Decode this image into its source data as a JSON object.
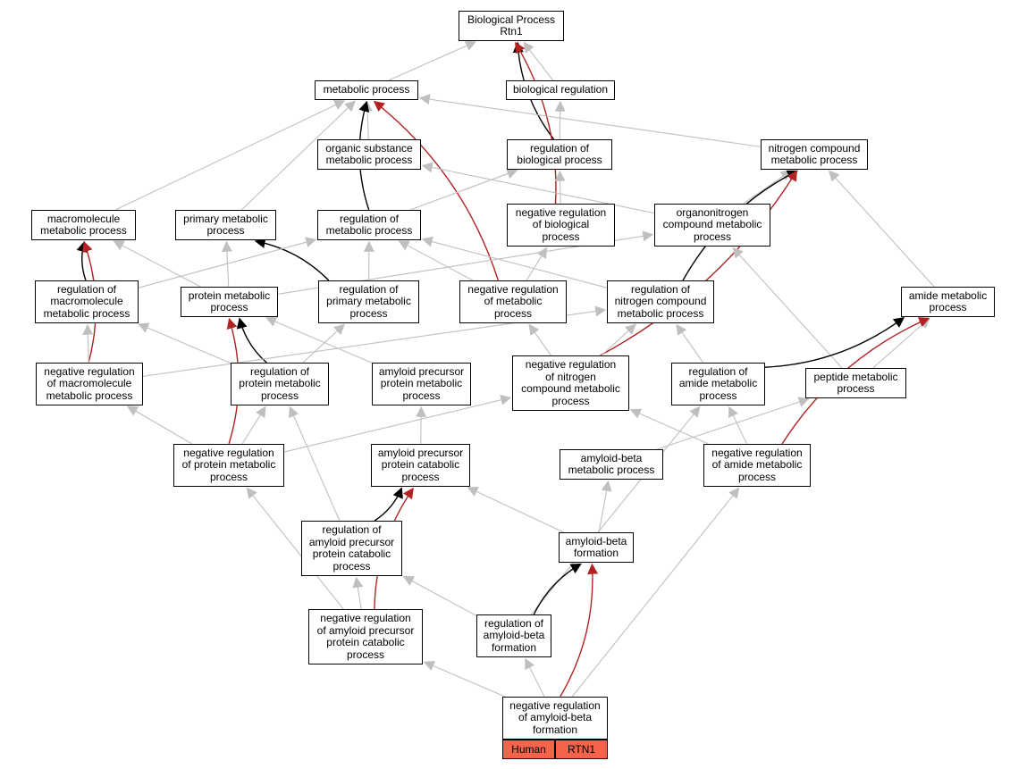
{
  "diagram": {
    "colors": {
      "gray": "#bfbfbf",
      "black": "#000000",
      "red": "#b22222",
      "legend_fill": "#f4634a"
    },
    "nodes": {
      "bp_root": "Biological Process\nRtn1",
      "metabolic_process": "metabolic process",
      "biological_regulation": "biological regulation",
      "organic_substance_metabolic": "organic substance\nmetabolic process",
      "regulation_of_biological_process": "regulation of\nbiological process",
      "nitrogen_compound_metabolic": "nitrogen compound\nmetabolic process",
      "macromolecule_metabolic": "macromolecule\nmetabolic process",
      "primary_metabolic": "primary metabolic\nprocess",
      "regulation_of_metabolic": "regulation of\nmetabolic process",
      "neg_reg_biological": "negative regulation\nof biological\nprocess",
      "organonitrogen_compound_metabolic": "organonitrogen\ncompound metabolic\nprocess",
      "reg_macromolecule_metabolic": "regulation of\nmacromolecule\nmetabolic process",
      "protein_metabolic": "protein metabolic\nprocess",
      "reg_primary_metabolic": "regulation of\nprimary metabolic\nprocess",
      "neg_reg_metabolic": "negative regulation\nof metabolic\nprocess",
      "reg_nitrogen_compound_metabolic": "regulation of\nnitrogen compound\nmetabolic process",
      "amide_metabolic": "amide metabolic\nprocess",
      "neg_reg_macromolecule_metabolic": "negative regulation\nof macromolecule\nmetabolic process",
      "reg_protein_metabolic": "regulation of\nprotein metabolic\nprocess",
      "app_metabolic": "amyloid precursor\nprotein metabolic\nprocess",
      "neg_reg_nitrogen_compound_metabolic": "negative regulation\nof nitrogen\ncompound metabolic\nprocess",
      "reg_amide_metabolic": "regulation of\namide metabolic\nprocess",
      "peptide_metabolic": "peptide metabolic\nprocess",
      "neg_reg_protein_metabolic": "negative regulation\nof protein metabolic\nprocess",
      "app_catabolic": "amyloid precursor\nprotein catabolic\nprocess",
      "abeta_metabolic": "amyloid-beta\nmetabolic process",
      "neg_reg_amide_metabolic": "negative regulation\nof amide metabolic\nprocess",
      "reg_app_catabolic": "regulation of\namyloid precursor\nprotein catabolic\nprocess",
      "abeta_formation": "amyloid-beta\nformation",
      "neg_reg_app_catabolic": "negative regulation\nof amyloid precursor\nprotein catabolic\nprocess",
      "reg_abeta_formation": "regulation of\namyloid-beta\nformation",
      "neg_reg_abeta_formation": "negative regulation\nof amyloid-beta\nformation"
    },
    "legend": {
      "species": "Human",
      "gene": "RTN1"
    },
    "edges": [
      {
        "from": "metabolic_process",
        "to": "bp_root",
        "type": "is_a"
      },
      {
        "from": "biological_regulation",
        "to": "bp_root",
        "type": "is_a"
      },
      {
        "from": "regulation_of_biological_process",
        "to": "bp_root",
        "type": "regulates"
      },
      {
        "from": "neg_reg_biological",
        "to": "bp_root",
        "type": "negatively_regulates"
      },
      {
        "from": "organic_substance_metabolic",
        "to": "metabolic_process",
        "type": "is_a"
      },
      {
        "from": "macromolecule_metabolic",
        "to": "metabolic_process",
        "type": "is_a"
      },
      {
        "from": "primary_metabolic",
        "to": "metabolic_process",
        "type": "is_a"
      },
      {
        "from": "nitrogen_compound_metabolic",
        "to": "metabolic_process",
        "type": "is_a"
      },
      {
        "from": "regulation_of_metabolic",
        "to": "metabolic_process",
        "type": "regulates"
      },
      {
        "from": "neg_reg_metabolic",
        "to": "metabolic_process",
        "type": "negatively_regulates"
      },
      {
        "from": "regulation_of_biological_process",
        "to": "biological_regulation",
        "type": "is_a"
      },
      {
        "from": "regulation_of_metabolic",
        "to": "regulation_of_biological_process",
        "type": "is_a"
      },
      {
        "from": "neg_reg_biological",
        "to": "regulation_of_biological_process",
        "type": "is_a"
      },
      {
        "from": "organonitrogen_compound_metabolic",
        "to": "organic_substance_metabolic",
        "type": "is_a"
      },
      {
        "from": "organonitrogen_compound_metabolic",
        "to": "nitrogen_compound_metabolic",
        "type": "is_a"
      },
      {
        "from": "amide_metabolic",
        "to": "nitrogen_compound_metabolic",
        "type": "is_a"
      },
      {
        "from": "reg_nitrogen_compound_metabolic",
        "to": "nitrogen_compound_metabolic",
        "type": "regulates"
      },
      {
        "from": "neg_reg_nitrogen_compound_metabolic",
        "to": "nitrogen_compound_metabolic",
        "type": "negatively_regulates"
      },
      {
        "from": "reg_macromolecule_metabolic",
        "to": "macromolecule_metabolic",
        "type": "regulates"
      },
      {
        "from": "neg_reg_macromolecule_metabolic",
        "to": "macromolecule_metabolic",
        "type": "negatively_regulates"
      },
      {
        "from": "protein_metabolic",
        "to": "macromolecule_metabolic",
        "type": "is_a"
      },
      {
        "from": "reg_primary_metabolic",
        "to": "primary_metabolic",
        "type": "regulates"
      },
      {
        "from": "protein_metabolic",
        "to": "primary_metabolic",
        "type": "is_a"
      },
      {
        "from": "reg_macromolecule_metabolic",
        "to": "regulation_of_metabolic",
        "type": "is_a"
      },
      {
        "from": "reg_primary_metabolic",
        "to": "regulation_of_metabolic",
        "type": "is_a"
      },
      {
        "from": "neg_reg_metabolic",
        "to": "regulation_of_metabolic",
        "type": "is_a"
      },
      {
        "from": "reg_nitrogen_compound_metabolic",
        "to": "regulation_of_metabolic",
        "type": "is_a"
      },
      {
        "from": "neg_reg_metabolic",
        "to": "neg_reg_biological",
        "type": "is_a"
      },
      {
        "from": "protein_metabolic",
        "to": "organonitrogen_compound_metabolic",
        "type": "is_a"
      },
      {
        "from": "peptide_metabolic",
        "to": "organonitrogen_compound_metabolic",
        "type": "is_a"
      },
      {
        "from": "neg_reg_macromolecule_metabolic",
        "to": "reg_macromolecule_metabolic",
        "type": "is_a"
      },
      {
        "from": "reg_protein_metabolic",
        "to": "reg_macromolecule_metabolic",
        "type": "is_a"
      },
      {
        "from": "reg_protein_metabolic",
        "to": "protein_metabolic",
        "type": "regulates"
      },
      {
        "from": "neg_reg_protein_metabolic",
        "to": "protein_metabolic",
        "type": "negatively_regulates"
      },
      {
        "from": "app_metabolic",
        "to": "protein_metabolic",
        "type": "is_a"
      },
      {
        "from": "reg_protein_metabolic",
        "to": "reg_primary_metabolic",
        "type": "is_a"
      },
      {
        "from": "neg_reg_nitrogen_compound_metabolic",
        "to": "neg_reg_metabolic",
        "type": "is_a"
      },
      {
        "from": "neg_reg_macromolecule_metabolic",
        "to": "reg_nitrogen_compound_metabolic",
        "type": "is_a"
      },
      {
        "from": "neg_reg_nitrogen_compound_metabolic",
        "to": "reg_nitrogen_compound_metabolic",
        "type": "is_a"
      },
      {
        "from": "reg_amide_metabolic",
        "to": "reg_nitrogen_compound_metabolic",
        "type": "is_a"
      },
      {
        "from": "peptide_metabolic",
        "to": "amide_metabolic",
        "type": "is_a"
      },
      {
        "from": "reg_amide_metabolic",
        "to": "amide_metabolic",
        "type": "regulates"
      },
      {
        "from": "neg_reg_amide_metabolic",
        "to": "amide_metabolic",
        "type": "negatively_regulates"
      },
      {
        "from": "neg_reg_protein_metabolic",
        "to": "neg_reg_macromolecule_metabolic",
        "type": "is_a"
      },
      {
        "from": "neg_reg_protein_metabolic",
        "to": "reg_protein_metabolic",
        "type": "is_a"
      },
      {
        "from": "reg_app_catabolic",
        "to": "reg_protein_metabolic",
        "type": "is_a"
      },
      {
        "from": "app_catabolic",
        "to": "app_metabolic",
        "type": "is_a"
      },
      {
        "from": "neg_reg_protein_metabolic",
        "to": "neg_reg_nitrogen_compound_metabolic",
        "type": "is_a"
      },
      {
        "from": "neg_reg_amide_metabolic",
        "to": "neg_reg_nitrogen_compound_metabolic",
        "type": "is_a"
      },
      {
        "from": "neg_reg_amide_metabolic",
        "to": "reg_amide_metabolic",
        "type": "is_a"
      },
      {
        "from": "reg_abeta_formation",
        "to": "reg_amide_metabolic",
        "type": "is_a"
      },
      {
        "from": "abeta_metabolic",
        "to": "peptide_metabolic",
        "type": "is_a"
      },
      {
        "from": "neg_reg_app_catabolic",
        "to": "neg_reg_protein_metabolic",
        "type": "is_a"
      },
      {
        "from": "reg_app_catabolic",
        "to": "app_catabolic",
        "type": "regulates"
      },
      {
        "from": "neg_reg_app_catabolic",
        "to": "app_catabolic",
        "type": "negatively_regulates"
      },
      {
        "from": "abeta_formation",
        "to": "app_catabolic",
        "type": "is_a"
      },
      {
        "from": "abeta_formation",
        "to": "abeta_metabolic",
        "type": "is_a"
      },
      {
        "from": "neg_reg_abeta_formation",
        "to": "neg_reg_amide_metabolic",
        "type": "is_a"
      },
      {
        "from": "neg_reg_app_catabolic",
        "to": "reg_app_catabolic",
        "type": "is_a"
      },
      {
        "from": "reg_abeta_formation",
        "to": "reg_app_catabolic",
        "type": "is_a"
      },
      {
        "from": "reg_abeta_formation",
        "to": "abeta_formation",
        "type": "regulates"
      },
      {
        "from": "neg_reg_abeta_formation",
        "to": "abeta_formation",
        "type": "negatively_regulates"
      },
      {
        "from": "neg_reg_abeta_formation",
        "to": "neg_reg_app_catabolic",
        "type": "is_a"
      },
      {
        "from": "neg_reg_abeta_formation",
        "to": "reg_abeta_formation",
        "type": "is_a"
      }
    ]
  }
}
